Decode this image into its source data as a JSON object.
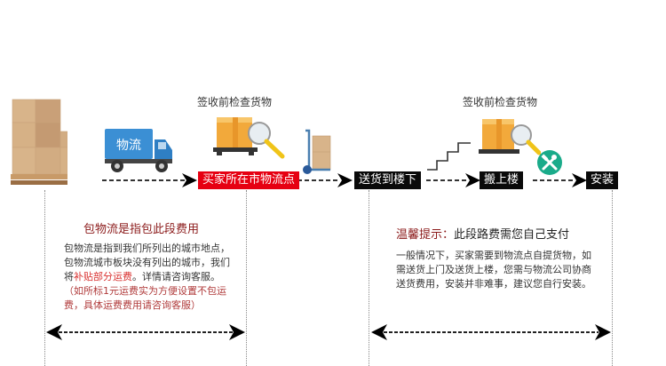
{
  "top": {
    "steps": [
      {
        "label": "买家所在市物流点",
        "style": "red"
      },
      {
        "label": "送货到楼下",
        "style": "black"
      },
      {
        "label": "搬上楼",
        "style": "black"
      },
      {
        "label": "安装",
        "style": "black"
      }
    ],
    "captions": [
      "签收前检查货物",
      "签收前检查货物"
    ],
    "truck_text": "物流"
  },
  "left_box": {
    "title": "包物流是指包此段费用",
    "text_a": "包物流是指到我们所列出的城市地点，包物流城市板块没有列出的城市，我们将",
    "text_highlight": "补贴部分运费",
    "text_b": "。详情请咨询客服。",
    "note": "（如所标1元运费实为方便设置不包运费，具体运费费用请咨询客服）"
  },
  "right_box": {
    "title_prefix": "温馨提示：",
    "title_rest": "此段路费需您自己支付",
    "text": "一般情况下，买家需要到物流点自提货物，如需送货上门及送货上楼，您需与物流公司协商送货费用，安装并非难事，建议您自行安装。"
  },
  "colors": {
    "red_label": "#e60012",
    "black_label": "#0a0a0a",
    "title_red": "#8b1a1a",
    "highlight": "#d9302f",
    "teal_icon": "#1aab8a"
  }
}
